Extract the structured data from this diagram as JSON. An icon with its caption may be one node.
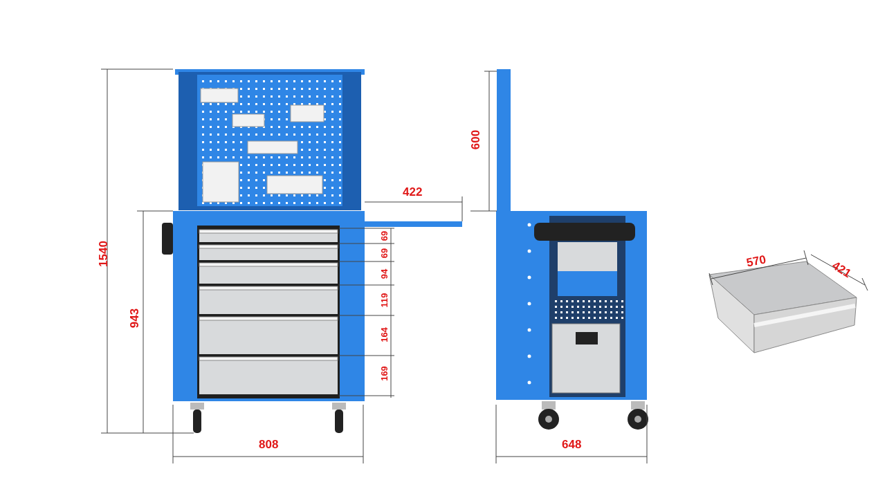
{
  "diagram": {
    "labels": [
      "1540",
      "943",
      "69",
      "69",
      "94",
      "119",
      "164",
      "169",
      "808",
      "422",
      "600",
      "648",
      "570",
      "421"
    ]
  }
}
